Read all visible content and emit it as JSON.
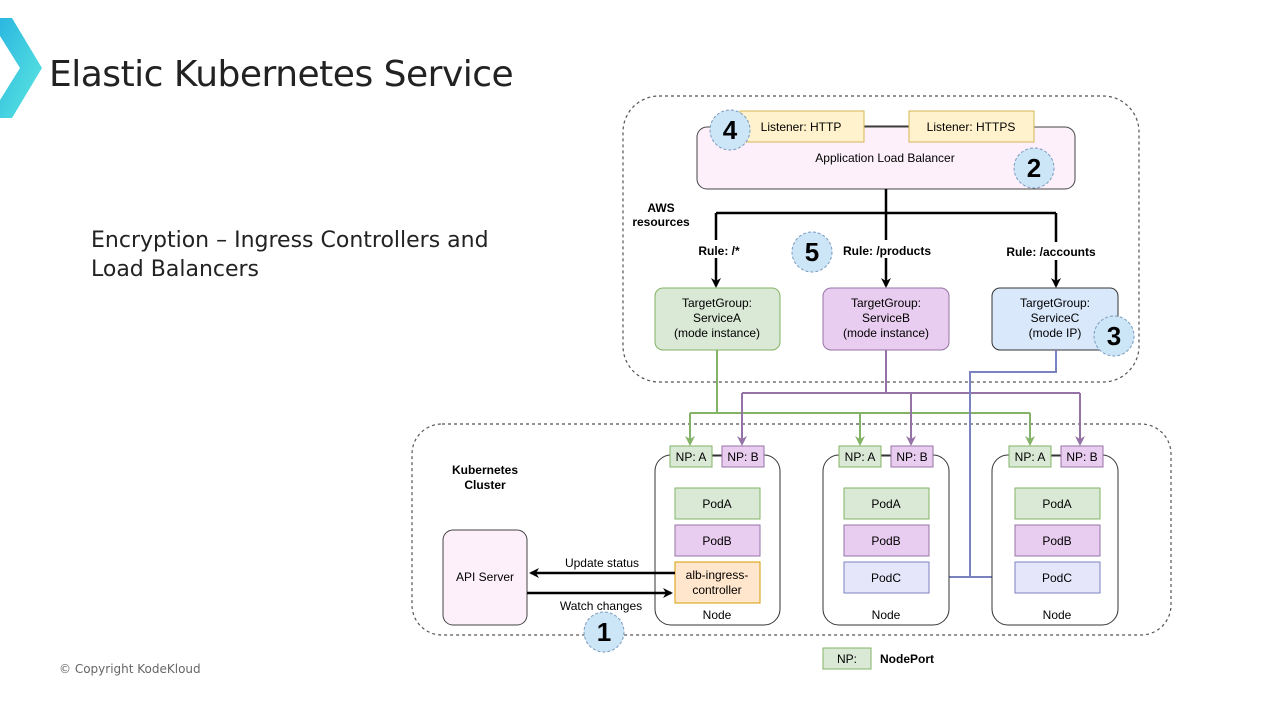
{
  "slide": {
    "title": "Elastic Kubernetes Service",
    "subtitle_line1": "Encryption – Ingress Controllers and",
    "subtitle_line2": "Load Balancers",
    "copyright": "© Copyright KodeKloud",
    "logo_icon": "chevron-right-icon"
  },
  "colors": {
    "accent": "#3ecfe0",
    "green_fill": "#dae8d6",
    "green_stroke": "#82b366",
    "purple_fill": "#e1d5e7",
    "purple_stroke": "#9673a6",
    "blue_fill": "#dae8fc",
    "blue_stroke": "#6c8ebf",
    "orange_fill": "#ffe6cc",
    "orange_stroke": "#d79b00",
    "listener_fill": "#fff2cc",
    "alb_fill": "#fdf0fa",
    "badge_fill": "#cce5f7"
  },
  "aws": {
    "label_line1": "AWS",
    "label_line2": "resources",
    "alb_label": "Application Load Balancer",
    "listener_http": "Listener: HTTP",
    "listener_https": "Listener: HTTPS",
    "rules": [
      "Rule: /*",
      "Rule: /products",
      "Rule: /accounts"
    ],
    "target_groups": [
      {
        "line1": "TargetGroup:",
        "line2": "ServiceA",
        "line3": "(mode instance)"
      },
      {
        "line1": "TargetGroup:",
        "line2": "ServiceB",
        "line3": "(mode instance)"
      },
      {
        "line1": "TargetGroup:",
        "line2": "ServiceC",
        "line3": "(mode IP)"
      }
    ]
  },
  "cluster": {
    "label_line1": "Kubernetes",
    "label_line2": "Cluster",
    "api_server": "API Server",
    "update_status": "Update status",
    "watch_changes": "Watch changes",
    "controller_line1": "alb-ingress-",
    "controller_line2": "controller",
    "np_a": "NP: A",
    "np_b": "NP: B",
    "pod_a": "PodA",
    "pod_b": "PodB",
    "pod_c": "PodC",
    "node": "Node"
  },
  "badges": [
    "1",
    "2",
    "3",
    "4",
    "5"
  ],
  "legend": {
    "np_label": "NP:",
    "np_meaning": "NodePort"
  }
}
